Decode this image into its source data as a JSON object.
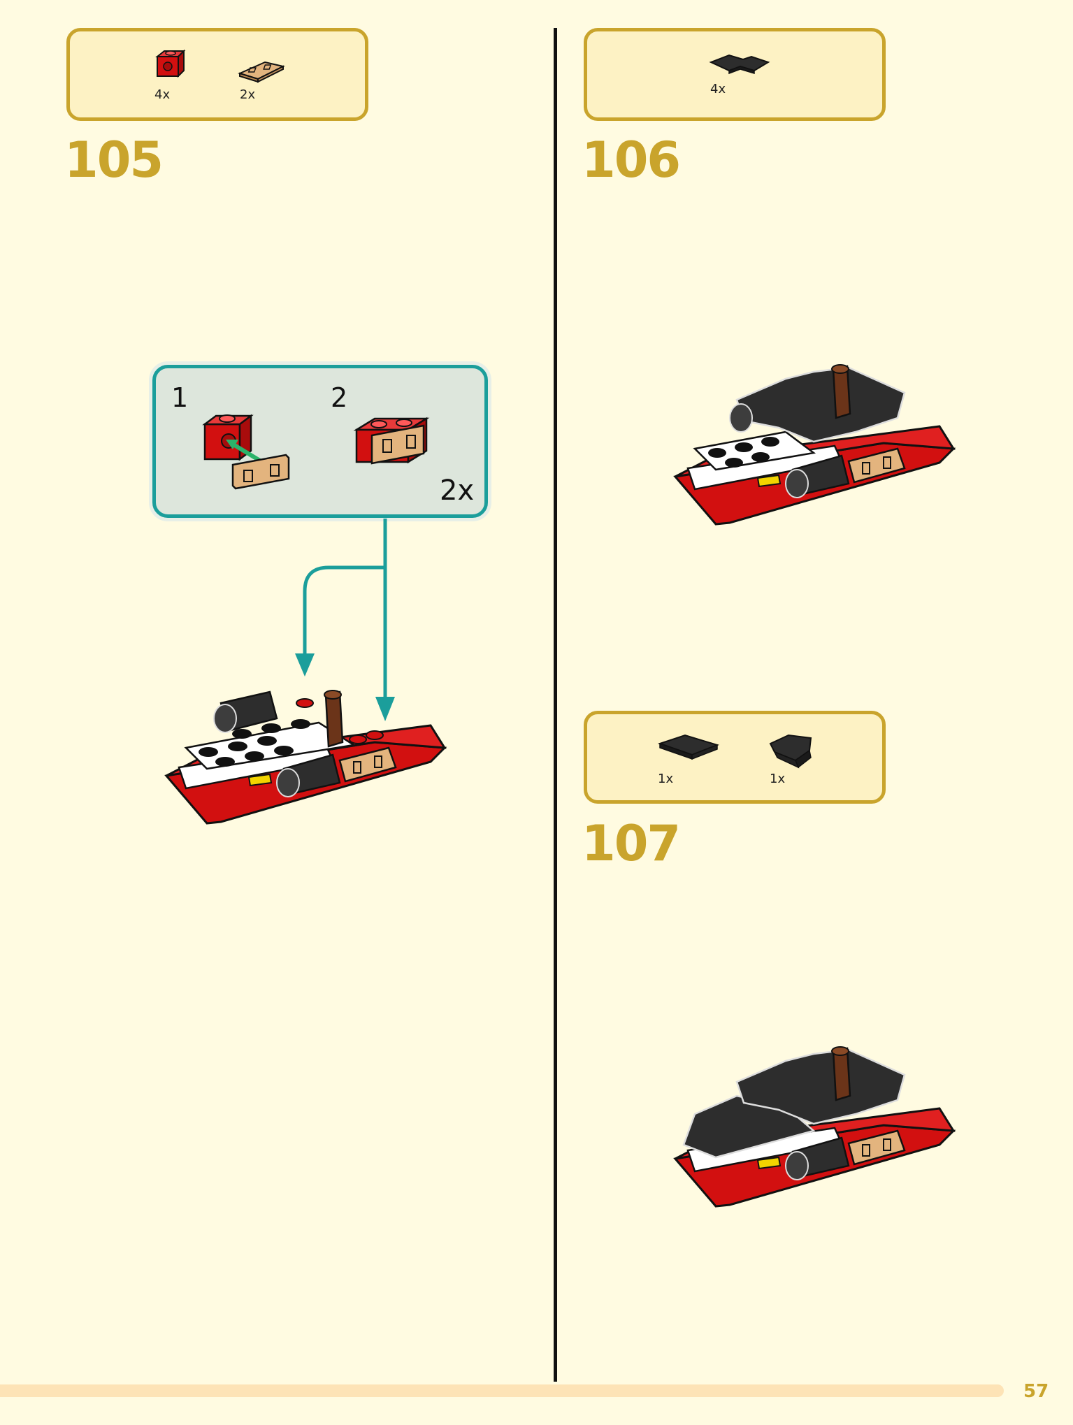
{
  "steps": [
    {
      "number": "105",
      "parts": [
        {
          "icon": "red-brick-1x1-side-stud-icon",
          "qty": "4x"
        },
        {
          "icon": "tan-tile-1x2-window-icon",
          "qty": "2x"
        }
      ],
      "subassembly": {
        "step1_label": "1",
        "step2_label": "2",
        "multiplier": "2x"
      }
    },
    {
      "number": "106",
      "parts": [
        {
          "icon": "dark-corner-plate-icon",
          "qty": "4x"
        }
      ]
    },
    {
      "number": "107",
      "parts": [
        {
          "icon": "dark-tile-2x2-icon",
          "qty": "1x"
        },
        {
          "icon": "dark-wedge-slope-icon",
          "qty": "1x"
        }
      ]
    }
  ],
  "page_number": "57",
  "colors": {
    "background": "#fffbe1",
    "parts_box_fill": "#fdf2c4",
    "parts_box_border": "#c9a42c",
    "step_number": "#c9a42c",
    "subassembly_border": "#1b9e9b",
    "subassembly_fill": "#dde6dc",
    "brick_red": "#d21010",
    "brick_tan": "#e3b47e",
    "brick_dark": "#2d2d2d"
  }
}
